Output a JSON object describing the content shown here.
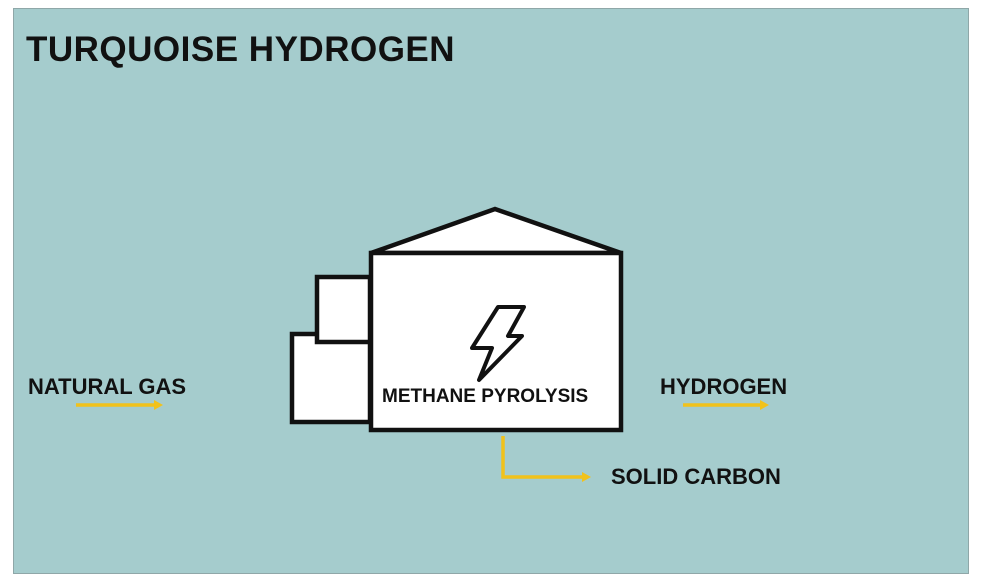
{
  "title": "TURQUOISE HYDROGEN",
  "diagram": {
    "input_label": "NATURAL GAS",
    "process_label": "METHANE PYROLYSIS",
    "output_label": "HYDROGEN",
    "byproduct_label": "SOLID CARBON",
    "process_icon": "lightning-bolt-icon",
    "colors": {
      "background": "#a5cccd",
      "arrow": "#f1c21b",
      "building_fill": "#ffffff",
      "outline": "#111111"
    }
  }
}
